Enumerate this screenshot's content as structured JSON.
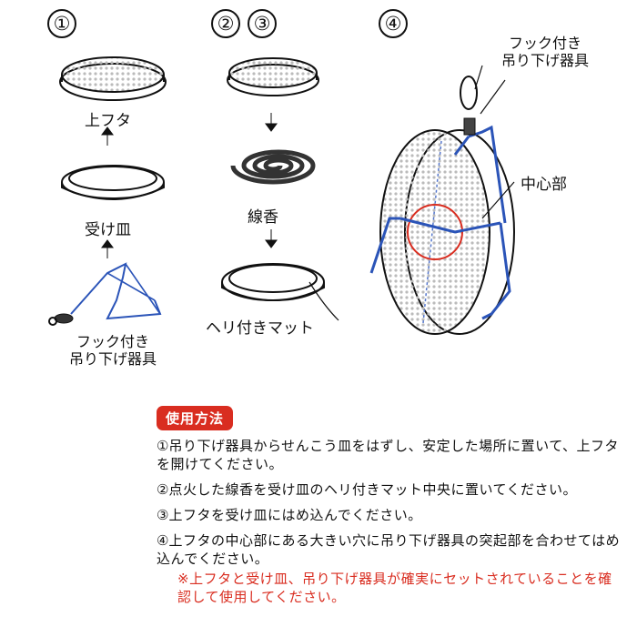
{
  "step_numbers": [
    "①",
    "②",
    "③",
    "④"
  ],
  "labels": {
    "top_lid": "上フタ",
    "tray": "受け皿",
    "hanger_line1": "フック付き",
    "hanger_line2": "吊り下げ器具",
    "coil": "線香",
    "mat": "ヘリ付きマット",
    "hanger2_line1": "フック付き",
    "hanger2_line2": "吊り下げ器具",
    "center": "中心部"
  },
  "usage": {
    "title": "使用方法",
    "steps": [
      {
        "num": "①",
        "text": "吊り下げ器具からせんこう皿をはずし、安定した場所に置いて、上フタを開けてください。"
      },
      {
        "num": "②",
        "text": "点火した線香を受け皿のヘリ付きマット中央に置いてください。"
      },
      {
        "num": "③",
        "text": "上フタを受け皿にはめ込んでください。"
      },
      {
        "num": "④",
        "text": "上フタの中心部にある大きい穴に吊り下げ器具の突起部を合わせてはめ込んでください。"
      }
    ],
    "note": "※上フタと受け皿、吊り下げ器具が確実にセットされていることを確認して使用してください。"
  },
  "colors": {
    "accent_red": "#d92d20",
    "hanger_blue": "#2b54b8",
    "line": "#111111"
  }
}
